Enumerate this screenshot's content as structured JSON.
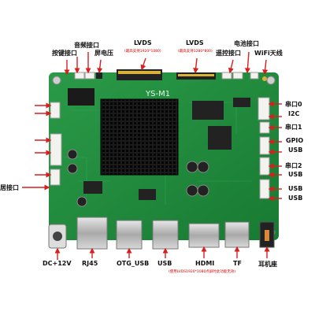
{
  "labels": {
    "top": {
      "key_port": "按键接口",
      "audio_port": "音频接口",
      "screen_voltage": "屏电压",
      "lvds_1": "LVDS",
      "lvds_1_note": "(最高支持1920*1080)",
      "lvds_2": "LVDS",
      "lvds_2_note": "(最高支持1280*800)",
      "battery_port": "电池接口",
      "remote_port": "遥控接口",
      "wifi_antenna": "WiFi天线"
    },
    "board": {
      "silkscreen": "YS-M1"
    },
    "right": {
      "serial0": "串口0",
      "i2c": "I2C",
      "serial1": "串口1",
      "gpio": "GPIO",
      "usb1": "USB",
      "serial2": "串口2",
      "usb2": "USB",
      "usb3": "USB",
      "usb4": "USB"
    },
    "left": {
      "partial": "居接口"
    },
    "bottom": {
      "dc": "DC+12V",
      "rj45": "RJ45",
      "otg": "OTG_USB",
      "usb": "USB",
      "hdmi": "HDMI",
      "hdmi_note": "(使用LVDS1920*1080点屏时此功能无效)",
      "tf": "TF",
      "earphone": "耳机座"
    }
  },
  "colors": {
    "pcb": "#1f8a3c",
    "heatsink": "#151515",
    "arrow": "#d81e1e",
    "connector": "#f2f2ee"
  }
}
